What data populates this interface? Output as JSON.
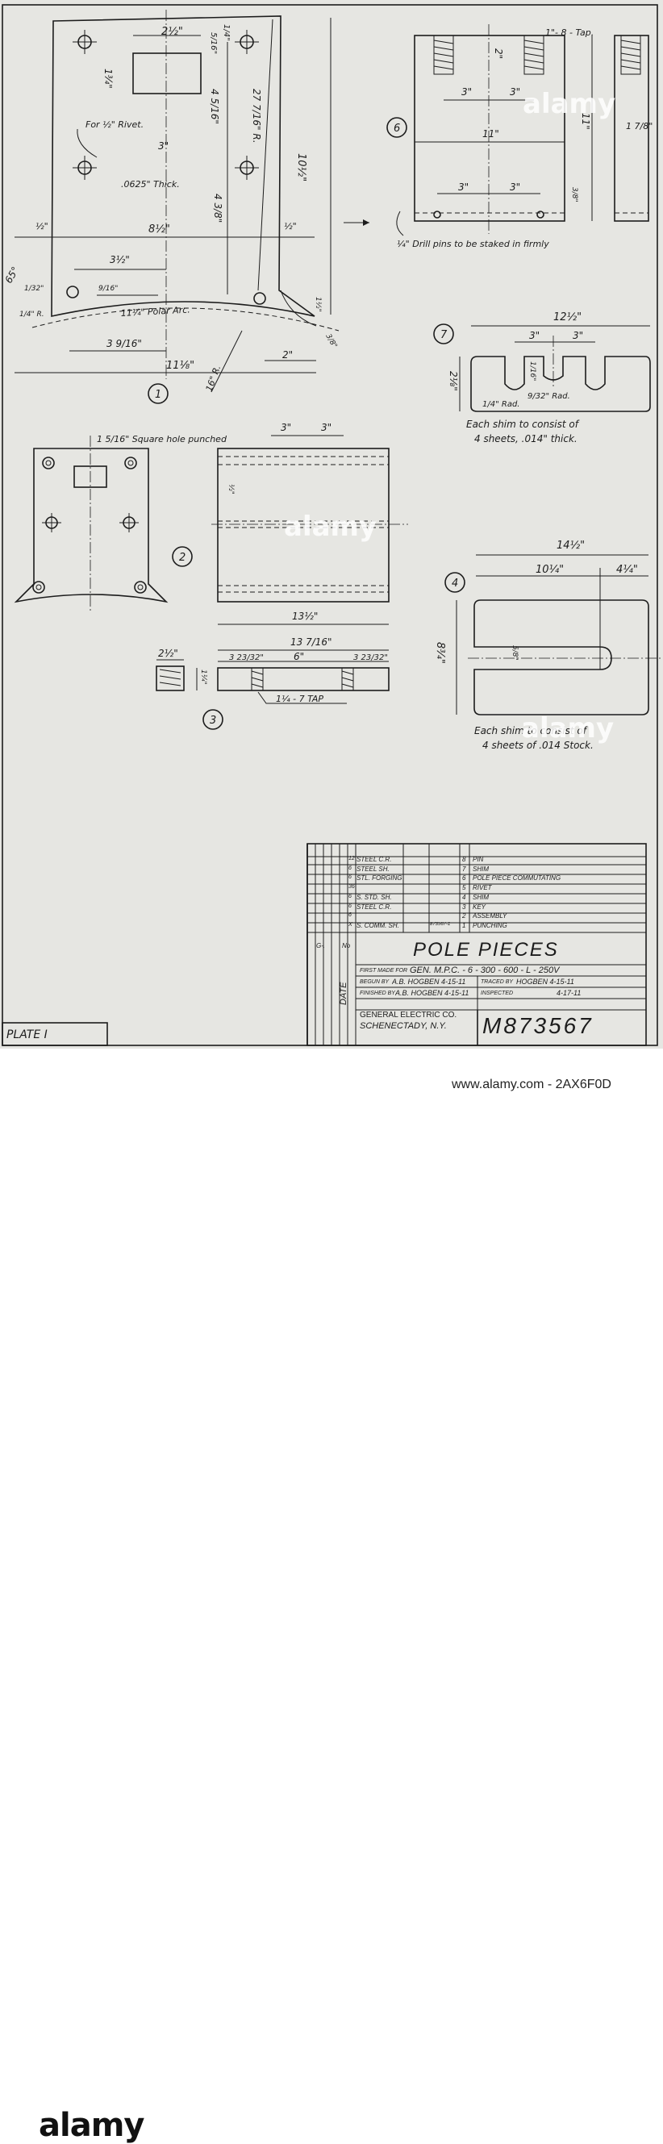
{
  "drawing": {
    "plate_label": "PLATE I",
    "fig1": {
      "number": "1",
      "dims": {
        "top_width": "2½\"",
        "d_5_16": "5/16\"",
        "d_1_4": "1/4\"",
        "d_1_34": "1¾\"",
        "rivet_note": "For ½\" Rivet.",
        "d_3": "3\"",
        "thick_note": ".0625\" Thick.",
        "d_4_5_16": "4 5/16\"",
        "radius": "27 7/16\" R.",
        "d_4_3_8": "4 3/8\"",
        "d_10_1_2": "10½\"",
        "d_half_left": "½\"",
        "d_8_1_2": "8½\"",
        "d_half_right": "½\"",
        "angle": "65°",
        "d_1_32": "1/32\"",
        "d_3_1_2": "3½\"",
        "d_9_16": "9/16\"",
        "rad_1_4": "1/4\" R.",
        "polar_arc": "11¼\" Polar Arc.",
        "d_1_1_2": "1½\"",
        "d_3_9_16": "3 9/16\"",
        "d_2": "2\"",
        "d_3_8": "3/8\"",
        "d_11_1_8": "11⅛\"",
        "radius_lower": "16\" R."
      }
    },
    "fig2": {
      "number": "2",
      "hole_note": "1 5/16\" Square hole punched",
      "d_3a": "3\"",
      "d_3b": "3\"",
      "d_half": "½\"",
      "d_13_1_2": "13½\"",
      "d_13_7_16": "13 7/16\""
    },
    "fig3": {
      "number": "3",
      "d_2_1_2": "2½\"",
      "d_1_1_4": "1¼\"",
      "d_3_23_32a": "3 23/32\"",
      "d_6": "6\"",
      "d_3_23_32b": "3 23/32\"",
      "tap": "1¼ - 7 TAP"
    },
    "fig4": {
      "number": "4",
      "d_14_1_2": "14½\"",
      "d_10_1_4": "10¼\"",
      "d_4_1_4": "4¼\"",
      "d_8_3_4": "8¾\"",
      "d_5_8": "5/8\"",
      "note_line1": "Each shim to consist of",
      "note_line2": "4 sheets of .014 Stock."
    },
    "fig6": {
      "number": "6",
      "tap": "1\"- 8 - Tap.",
      "d_2": "2\"",
      "d_3a": "3\"",
      "d_3b": "3\"",
      "d_11": "11\"",
      "d_11_side": "11\"",
      "d_1_7_8": "1 7/8\"",
      "d_3c": "3\"",
      "d_3d": "3\"",
      "d_3_8": "3/8\"",
      "pin_note": "¼\" Drill pins to be staked in firmly"
    },
    "fig7": {
      "number": "7",
      "d_12_1_2": "12½\"",
      "d_3a": "3\"",
      "d_3b": "3\"",
      "d_2_1_8": "2⅛\"",
      "d_1_16": "1/16\"",
      "rad_9_32": "9/32\" Rad.",
      "rad_1_4": "1/4\" Rad.",
      "note_line1": "Each shim to consist of",
      "note_line2": "4 sheets, .014\" thick."
    }
  },
  "title_block": {
    "materials": [
      {
        "qty": "12",
        "material": "STEEL C.R.",
        "drawing_no": "",
        "item": "8",
        "name": "PIN"
      },
      {
        "qty": "6",
        "material": "STEEL SH.",
        "drawing_no": "",
        "item": "7",
        "name": "SHIM"
      },
      {
        "qty": "6",
        "material": "STL. FORGING",
        "drawing_no": "",
        "item": "6",
        "name": "POLE PIECE COMMUTATING"
      },
      {
        "qty": "36",
        "material": "",
        "drawing_no": "",
        "item": "5",
        "name": "RIVET"
      },
      {
        "qty": "6",
        "material": "S. STD. SH.",
        "drawing_no": "",
        "item": "4",
        "name": "SHIM"
      },
      {
        "qty": "6",
        "material": "STEEL C.R.",
        "drawing_no": "",
        "item": "3",
        "name": "KEY"
      },
      {
        "qty": "6",
        "material": "",
        "drawing_no": "",
        "item": "2",
        "name": "ASSEMBLY"
      },
      {
        "qty": "X",
        "material": "S. COMM. SH.",
        "drawing_no": "873567-1",
        "item": "1",
        "name": "PUNCHING"
      }
    ],
    "left_col_labels": [
      "G-1",
      "No"
    ],
    "date_label": "DATE",
    "title": "POLE PIECES",
    "first_made_for_label": "FIRST MADE FOR",
    "first_made_for": "GEN. M.P.C. - 6 - 300 - 600 - L - 250V",
    "begun_by_label": "BEGUN BY",
    "begun_by": "A.B. HOGBEN 4-15-11",
    "traced_by_label": "TRACED BY",
    "traced_by": "HOGBEN 4-15-11",
    "finished_by_label": "FINISHED BY",
    "finished_by": "A.B. HOGBEN 4-15-11",
    "inspected_label": "INSPECTED",
    "inspected": "4-17-11",
    "company_line1": "GENERAL ELECTRIC CO.",
    "company_line2": "SCHENECTADY, N.Y.",
    "drawing_number": "M873567"
  },
  "stock_banner": {
    "brand": "alamy",
    "image_code": "www.alamy.com - 2AX6F0D",
    "watermark_text": "alamy"
  }
}
